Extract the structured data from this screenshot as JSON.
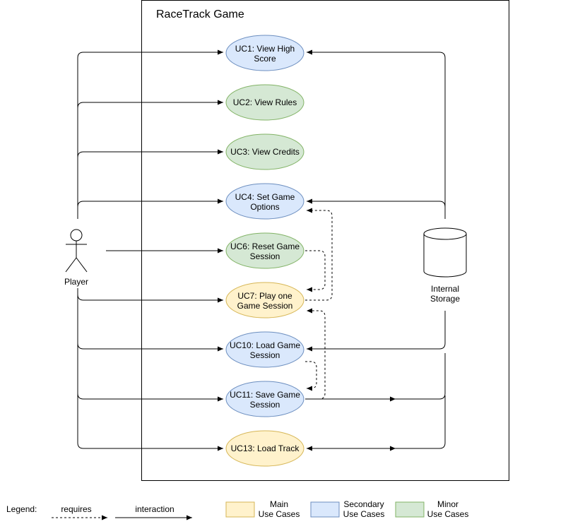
{
  "system": {
    "title": "RaceTrack Game"
  },
  "actors": {
    "player": {
      "label": "Player"
    },
    "storage": {
      "label_line1": "Internal",
      "label_line2": "Storage"
    }
  },
  "use_cases": [
    {
      "id": "uc1",
      "line1": "UC1: View High",
      "line2": "Score",
      "category": "secondary"
    },
    {
      "id": "uc2",
      "line1": "UC2: View Rules",
      "line2": "",
      "category": "minor"
    },
    {
      "id": "uc3",
      "line1": "UC3: View Credits",
      "line2": "",
      "category": "minor"
    },
    {
      "id": "uc4",
      "line1": "UC4: Set Game",
      "line2": "Options",
      "category": "secondary"
    },
    {
      "id": "uc6",
      "line1": "UC6: Reset Game",
      "line2": "Session",
      "category": "minor"
    },
    {
      "id": "uc7",
      "line1": "UC7: Play one",
      "line2": "Game Session",
      "category": "main"
    },
    {
      "id": "uc10",
      "line1": "UC10: Load Game",
      "line2": "Session",
      "category": "secondary"
    },
    {
      "id": "uc11",
      "line1": "UC11: Save Game",
      "line2": "Session",
      "category": "secondary"
    },
    {
      "id": "uc13",
      "line1": "UC13: Load Track",
      "line2": "",
      "category": "main"
    }
  ],
  "colors": {
    "main": {
      "fill": "#fff2cc",
      "stroke": "#d6b656"
    },
    "secondary": {
      "fill": "#dae8fc",
      "stroke": "#6c8ebf"
    },
    "minor": {
      "fill": "#d5e8d4",
      "stroke": "#82b366"
    }
  },
  "legend": {
    "title": "Legend:",
    "requires": "requires",
    "interaction": "interaction",
    "main": {
      "line1": "Main",
      "line2": "Use Cases"
    },
    "secondary": {
      "line1": "Secondary",
      "line2": "Use Cases"
    },
    "minor": {
      "line1": "Minor",
      "line2": "Use Cases"
    }
  }
}
